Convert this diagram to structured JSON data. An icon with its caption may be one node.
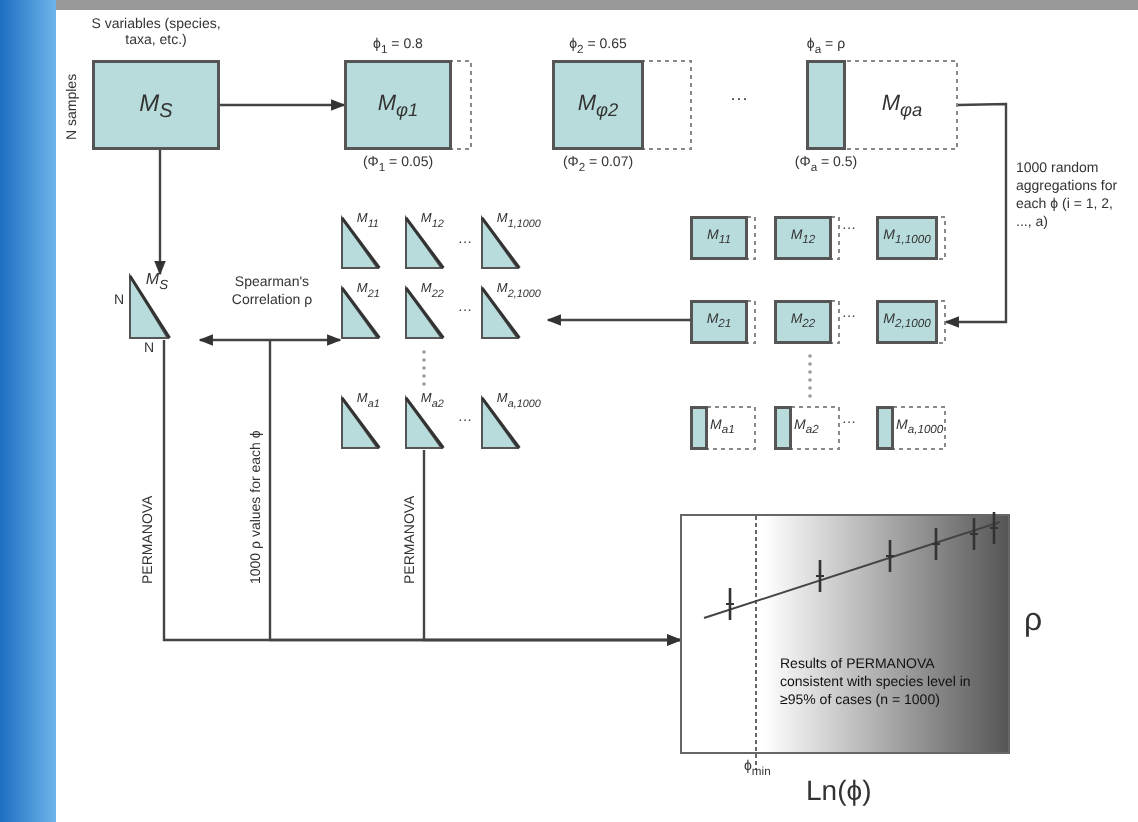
{
  "diagram": {
    "nodes": [
      {
        "text": [
          "M$_{S}$"
        ]
      },
      {
        "text": [
          "M$_{φ1}$"
        ],
        "beside": [
          "ϕ$_{1}$ = 0.8",
          "(Φ$_{1}$ = 0.05)"
        ]
      },
      {
        "text": [
          "M$_{φ2}$"
        ],
        "beside": [
          "ϕ$_{2}$ = 0.65",
          "(Φ$_{2}$ = 0.07)"
        ]
      },
      {
        "text": [
          "M$_{φa}$"
        ],
        "beside": [
          "ϕ$_{a}$ = ρ",
          "(Φ$_{a}$ = 0.5)"
        ]
      },
      {
        "text": [
          "M$_{11}$"
        ]
      },
      {
        "text": [
          "M$_{12}$"
        ]
      },
      {
        "text": [
          "M$_{1,1000}$"
        ]
      },
      {
        "text": [
          "M$_{21}$"
        ]
      },
      {
        "text": [
          "M$_{22}$"
        ]
      },
      {
        "text": [
          "M$_{2,1000}$"
        ]
      },
      {
        "text": [
          "M$_{a1}$"
        ]
      },
      {
        "text": [
          "M$_{a2}$"
        ]
      },
      {
        "text": [
          "M$_{a,1000}$"
        ]
      },
      {
        "text": [
          "M$_{S}$"
        ],
        "beside": [
          "N",
          "N"
        ]
      },
      {
        "text": [
          "M$_{11}$"
        ]
      },
      {
        "text": [
          "M$_{12}$"
        ]
      },
      {
        "text": [
          "M$_{1,1000}$"
        ]
      },
      {
        "text": [
          "M$_{21}$"
        ]
      },
      {
        "text": [
          "M$_{22}$"
        ]
      },
      {
        "text": [
          "M$_{2,1000}$"
        ]
      },
      {
        "text": [
          "M$_{a1}$"
        ]
      },
      {
        "text": [
          "M$_{a2}$"
        ]
      },
      {
        "text": [
          "M$_{a,1000}$"
        ]
      },
      {
        "text": [
          "Results of PERMANOVA consistent with species level in ≥95% of cases (n = 1000)"
        ],
        "beside": [
          "ρ",
          "ϕ$_{min}$",
          "Ln(ϕ)"
        ]
      }
    ],
    "edges": [
      {
        "from": 0,
        "to": 1,
        "arrow": "to"
      },
      {
        "from": 0,
        "to": 13,
        "arrow": "to"
      },
      {
        "from": 3,
        "to": 9,
        "arrow": "to",
        "label": "1000 random aggregations for each ϕ (i = 1, 2, ..., a)"
      },
      {
        "from": 7,
        "to": 19,
        "arrow": "to"
      },
      {
        "from": 13,
        "to": 17,
        "arrow": "both",
        "label": "Spearman's Correlation ρ"
      },
      {
        "from": 13,
        "to": 23,
        "arrow": "to",
        "label": "PERMANOVA"
      },
      {
        "from": 21,
        "to": 23,
        "arrow": "to",
        "label": "PERMANOVA"
      },
      {
        "from": null,
        "to": 23,
        "arrow": "to",
        "label": "1000 ρ values for each ϕ"
      }
    ],
    "labels": [
      "S variables (species, taxa, etc.)",
      "N samples",
      "···",
      "···",
      "···",
      "···",
      "···",
      "···",
      "···"
    ]
  }
}
